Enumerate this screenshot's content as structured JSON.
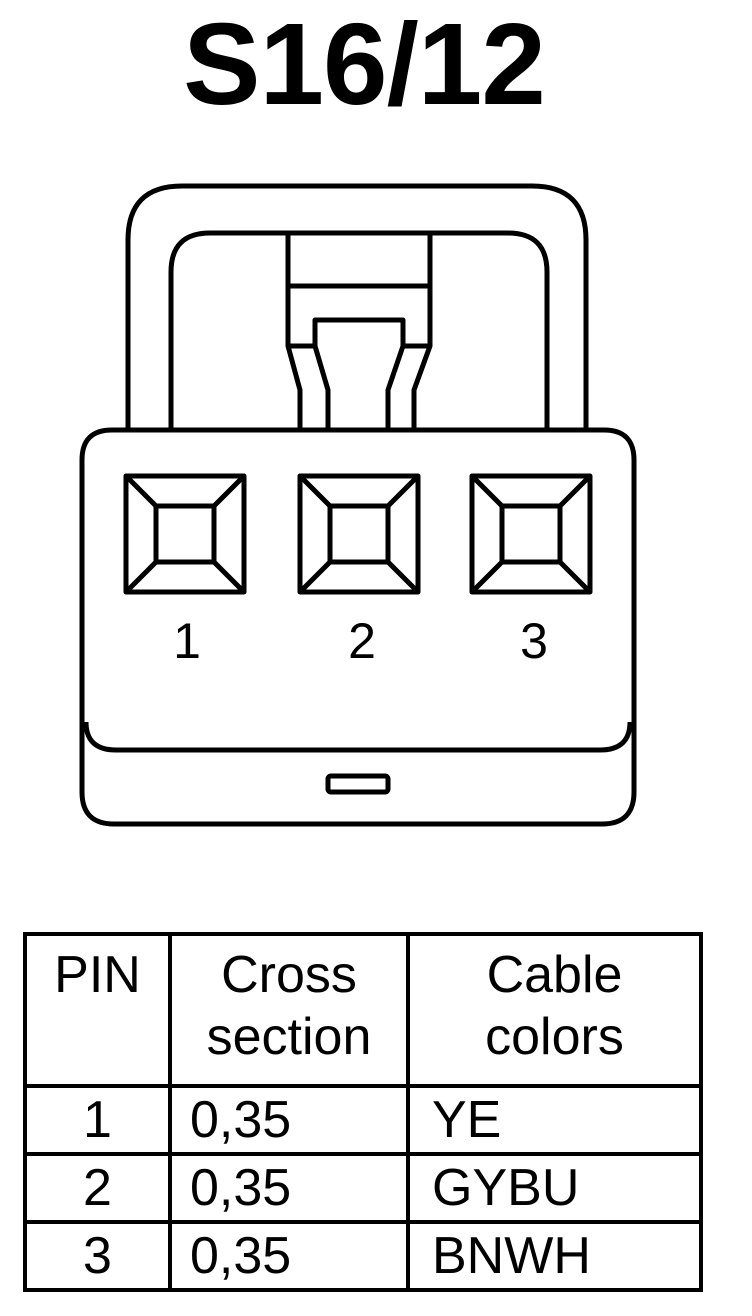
{
  "title": "S16/12",
  "connector": {
    "pin_labels": [
      "1",
      "2",
      "3"
    ]
  },
  "table": {
    "headers": {
      "pin": "PIN",
      "cross_section_line1": "Cross",
      "cross_section_line2": "section",
      "cable_colors_line1": "Cable",
      "cable_colors_line2": "colors"
    },
    "rows": [
      {
        "pin": "1",
        "cross_section": "0,35",
        "color": "YE"
      },
      {
        "pin": "2",
        "cross_section": "0,35",
        "color": "GYBU"
      },
      {
        "pin": "3",
        "cross_section": "0,35",
        "color": "BNWH"
      }
    ]
  }
}
